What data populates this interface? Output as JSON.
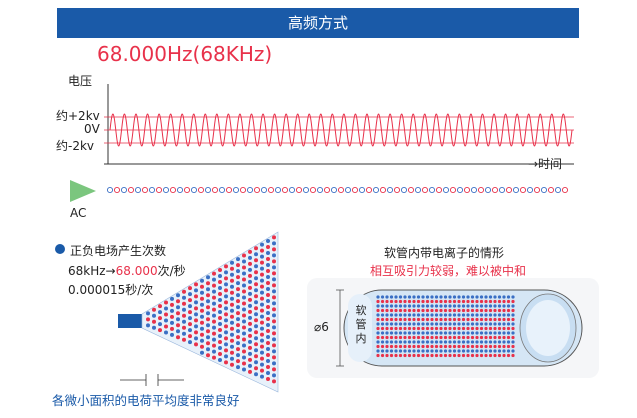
{
  "header": {
    "title": "高频方式"
  },
  "frequency": {
    "label": "68.000Hz(68KHz)"
  },
  "waveform": {
    "y_axis_label": "电压",
    "pos_level": "约+2kv",
    "zero_level": "0V",
    "neg_level": "约-2kv",
    "time_label": "→时间"
  },
  "source": {
    "label": "AC"
  },
  "ion_spec": {
    "title": "正负电场产生次数",
    "rate_prefix": "68kHz→",
    "rate_value": "68.000",
    "rate_suffix": "次/秒",
    "period": "0.000015秒/次"
  },
  "caption_bottom": "各微小面积的电荷平均度非常良好",
  "tube": {
    "title": "软管内带电离子的情形",
    "subtitle": "相互吸引力较弱，难以被中和",
    "diameter_label": "⌀6",
    "inner_label": [
      "软",
      "管",
      "内"
    ]
  },
  "colors": {
    "header": "#1a5aa8",
    "accent_red": "#e8314a",
    "ion_blue": "#3a6fc4",
    "ac_green": "#7bc67e"
  }
}
